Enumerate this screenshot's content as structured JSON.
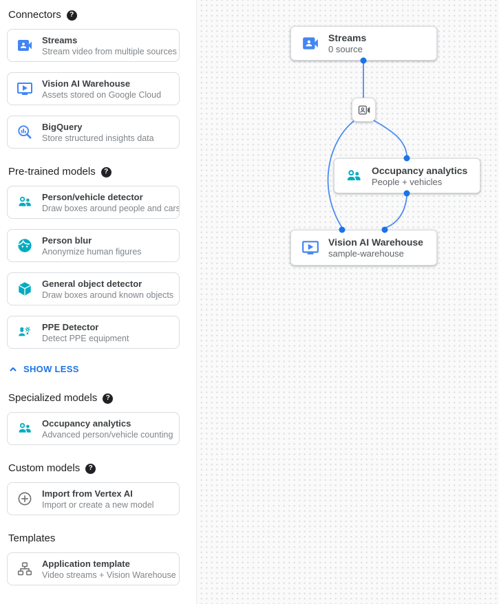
{
  "colors": {
    "accent_blue": "#1a73e8",
    "icon_blue": "#4285f4",
    "icon_teal": "#00acc1",
    "icon_gray": "#757575",
    "edge_blue": "#4a8af4",
    "port_dot_blue": "#1a73e8",
    "canvas_background": "#fafafa"
  },
  "sidebar": {
    "sections": [
      {
        "title": "Connectors",
        "help_icon": true,
        "items": [
          {
            "icon": "video-camera-icon",
            "title": "Streams",
            "subtitle": "Stream video from multiple sources"
          },
          {
            "icon": "warehouse-icon",
            "title": "Vision AI Warehouse",
            "subtitle": "Assets stored on Google Cloud"
          },
          {
            "icon": "bigquery-icon",
            "title": "BigQuery",
            "subtitle": "Store structured insights data"
          }
        ]
      },
      {
        "title": "Pre-trained models",
        "help_icon": true,
        "items": [
          {
            "icon": "people-icon",
            "title": "Person/vehicle detector",
            "subtitle": "Draw boxes around people and cars"
          },
          {
            "icon": "face-icon",
            "title": "Person blur",
            "subtitle": "Anonymize human figures"
          },
          {
            "icon": "cube-icon",
            "title": "General object detector",
            "subtitle": "Draw boxes around known objects"
          },
          {
            "icon": "ppe-icon",
            "title": "PPE Detector",
            "subtitle": "Detect PPE equipment"
          }
        ],
        "footer_link": {
          "icon": "chevron-up-icon",
          "label": "SHOW LESS"
        }
      },
      {
        "title": "Specialized models",
        "help_icon": true,
        "items": [
          {
            "icon": "people-icon",
            "title": "Occupancy analytics",
            "subtitle": "Advanced person/vehicle counting"
          }
        ]
      },
      {
        "title": "Custom models",
        "help_icon": true,
        "items": [
          {
            "icon": "add-circle-icon",
            "title": "Import from Vertex AI",
            "subtitle": "Import or create a new model"
          }
        ]
      },
      {
        "title": "Templates",
        "help_icon": false,
        "items": [
          {
            "icon": "tree-icon",
            "title": "Application template",
            "subtitle": "Video streams + Vision Warehouse"
          }
        ]
      }
    ]
  },
  "canvas": {
    "nodes": [
      {
        "id": "streams",
        "icon": "video-camera-icon",
        "title": "Streams",
        "subtitle": "0 source"
      },
      {
        "id": "stream-processor",
        "icon": "camera-outline-icon"
      },
      {
        "id": "occupancy-analytics",
        "icon": "people-icon",
        "title": "Occupancy analytics",
        "subtitle": "People + vehicles"
      },
      {
        "id": "vision-warehouse",
        "icon": "warehouse-icon",
        "title": "Vision AI Warehouse",
        "subtitle": "sample-warehouse"
      }
    ]
  }
}
